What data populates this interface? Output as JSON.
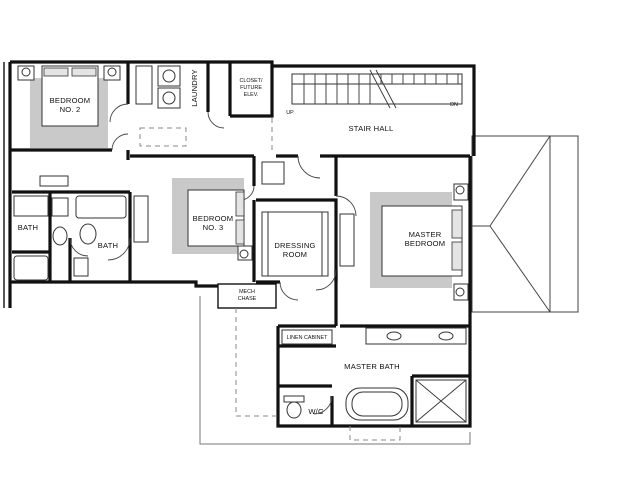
{
  "plan": {
    "rooms": {
      "bedroom2": {
        "line1": "BEDROOM",
        "line2": "NO. 2"
      },
      "laundry": "LAUNDRY",
      "closet": {
        "line1": "CLOSET/",
        "line2": "FUTURE",
        "line3": "ELEV."
      },
      "stair_hall": "STAIR HALL",
      "bath_left": "BATH",
      "bath_mid": "BATH",
      "bedroom3": {
        "line1": "BEDROOM",
        "line2": "NO. 3"
      },
      "dressing": {
        "line1": "DRESSING",
        "line2": "ROOM"
      },
      "master_bedroom": {
        "line1": "MASTER",
        "line2": "BEDROOM"
      },
      "mech_chase": {
        "line1": "MECH",
        "line2": "CHASE"
      },
      "linen_cabinet": "LINEN CABINET",
      "master_bath": "MASTER BATH",
      "wc": "W/C"
    },
    "stair_marks": {
      "up": "UP",
      "down": "DN"
    }
  }
}
